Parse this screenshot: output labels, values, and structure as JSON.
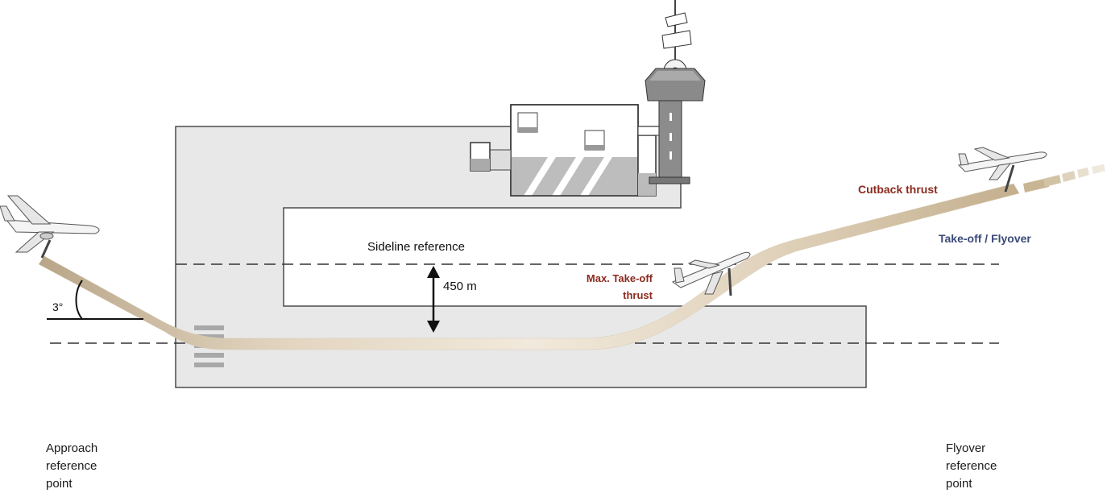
{
  "labels": {
    "sideline_reference": "Sideline reference",
    "distance": "450 m",
    "angle": "3°",
    "max_takeoff_line1": "Max. Take-off",
    "max_takeoff_line2": "thrust",
    "cutback_thrust": "Cutback thrust",
    "takeoff_flyover": "Take-off / Flyover",
    "approach_point": [
      "Approach",
      "reference",
      "point"
    ],
    "flyover_point": [
      "Flyover",
      "reference",
      "point"
    ]
  },
  "colors": {
    "apron": "#e6e6e6",
    "outline": "#3a3a3a",
    "path_dark": "#c9b79c",
    "path_light": "#efe6d6",
    "thrust_red": "#8b2a1e",
    "takeoff_blue": "#3a4a78",
    "tower": "#7a7a7a"
  }
}
